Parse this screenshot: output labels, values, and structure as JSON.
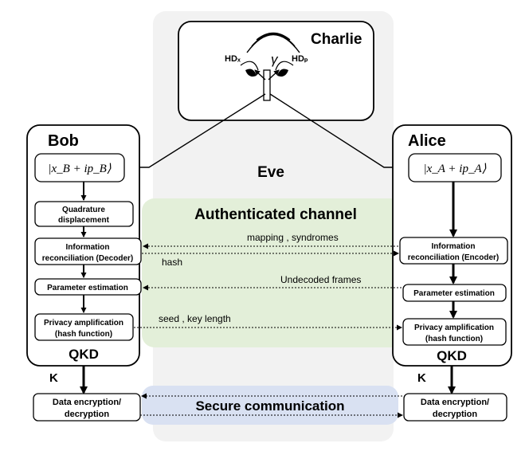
{
  "charlie": {
    "title": "Charlie",
    "hd_x": "HDₓ",
    "hd_p": "HDₚ",
    "gamma": "γ"
  },
  "eve": {
    "label": "Eve"
  },
  "bob": {
    "title": "Bob",
    "state": "|x_B + ip_B⟩",
    "steps": [
      {
        "line1": "Quadrature",
        "line2": "displacement"
      },
      {
        "line1": "Information",
        "line2": "reconciliation (Decoder)"
      },
      {
        "line1": "Parameter estimation",
        "line2": ""
      },
      {
        "line1": "Privacy amplification",
        "line2": "(hash function)"
      }
    ],
    "qkd": "QKD",
    "key": "K",
    "encrypt": {
      "line1": "Data encryption/",
      "line2": "decryption"
    }
  },
  "alice": {
    "title": "Alice",
    "state": "|x_A + ip_A⟩",
    "steps": [
      {
        "line1": "Information",
        "line2": "reconciliation (Encoder)"
      },
      {
        "line1": "Parameter estimation",
        "line2": ""
      },
      {
        "line1": "Privacy amplification",
        "line2": "(hash function)"
      }
    ],
    "qkd": "QKD",
    "key": "K",
    "encrypt": {
      "line1": "Data encryption/",
      "line2": "decryption"
    }
  },
  "channel": {
    "title": "Authenticated channel",
    "messages": {
      "mapping": "mapping , syndromes",
      "hash": "hash",
      "frames": "Undecoded frames",
      "seed": "seed , key length"
    }
  },
  "secure": {
    "title": "Secure communication"
  },
  "colors": {
    "eve_region": "#f2f2f2",
    "auth_region": "#e3efd9",
    "secure_region": "#d9e1f2"
  }
}
